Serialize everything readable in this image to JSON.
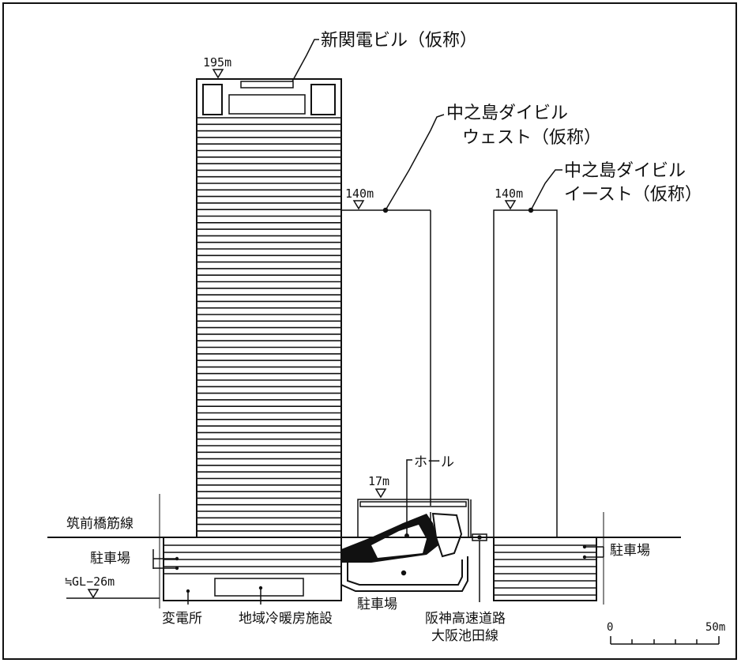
{
  "buildings": {
    "kanden": {
      "name": "新関電ビル（仮称）",
      "height": "195m"
    },
    "west": {
      "name_line1": "中之島ダイビル",
      "name_line2": "ウェスト（仮称）",
      "height": "140m"
    },
    "east": {
      "name_line1": "中之島ダイビル",
      "name_line2": "イースト（仮称）",
      "height": "140m"
    },
    "hall": {
      "name": "ホール",
      "height": "17m"
    }
  },
  "ground": {
    "street_label": "筑前橋筋線",
    "depth": "≒GL−26m"
  },
  "facilities": {
    "parking_west": "駐車場",
    "parking_center": "駐車場",
    "parking_east": "駐車場",
    "substation": "変電所",
    "district_heating": "地域冷暖房施設",
    "expressway_line1": "阪神高速道路",
    "expressway_line2": "大阪池田線"
  },
  "scale": {
    "start": "0",
    "end": "50m"
  },
  "colors": {
    "ink": "#111111",
    "paper": "#ffffff"
  }
}
